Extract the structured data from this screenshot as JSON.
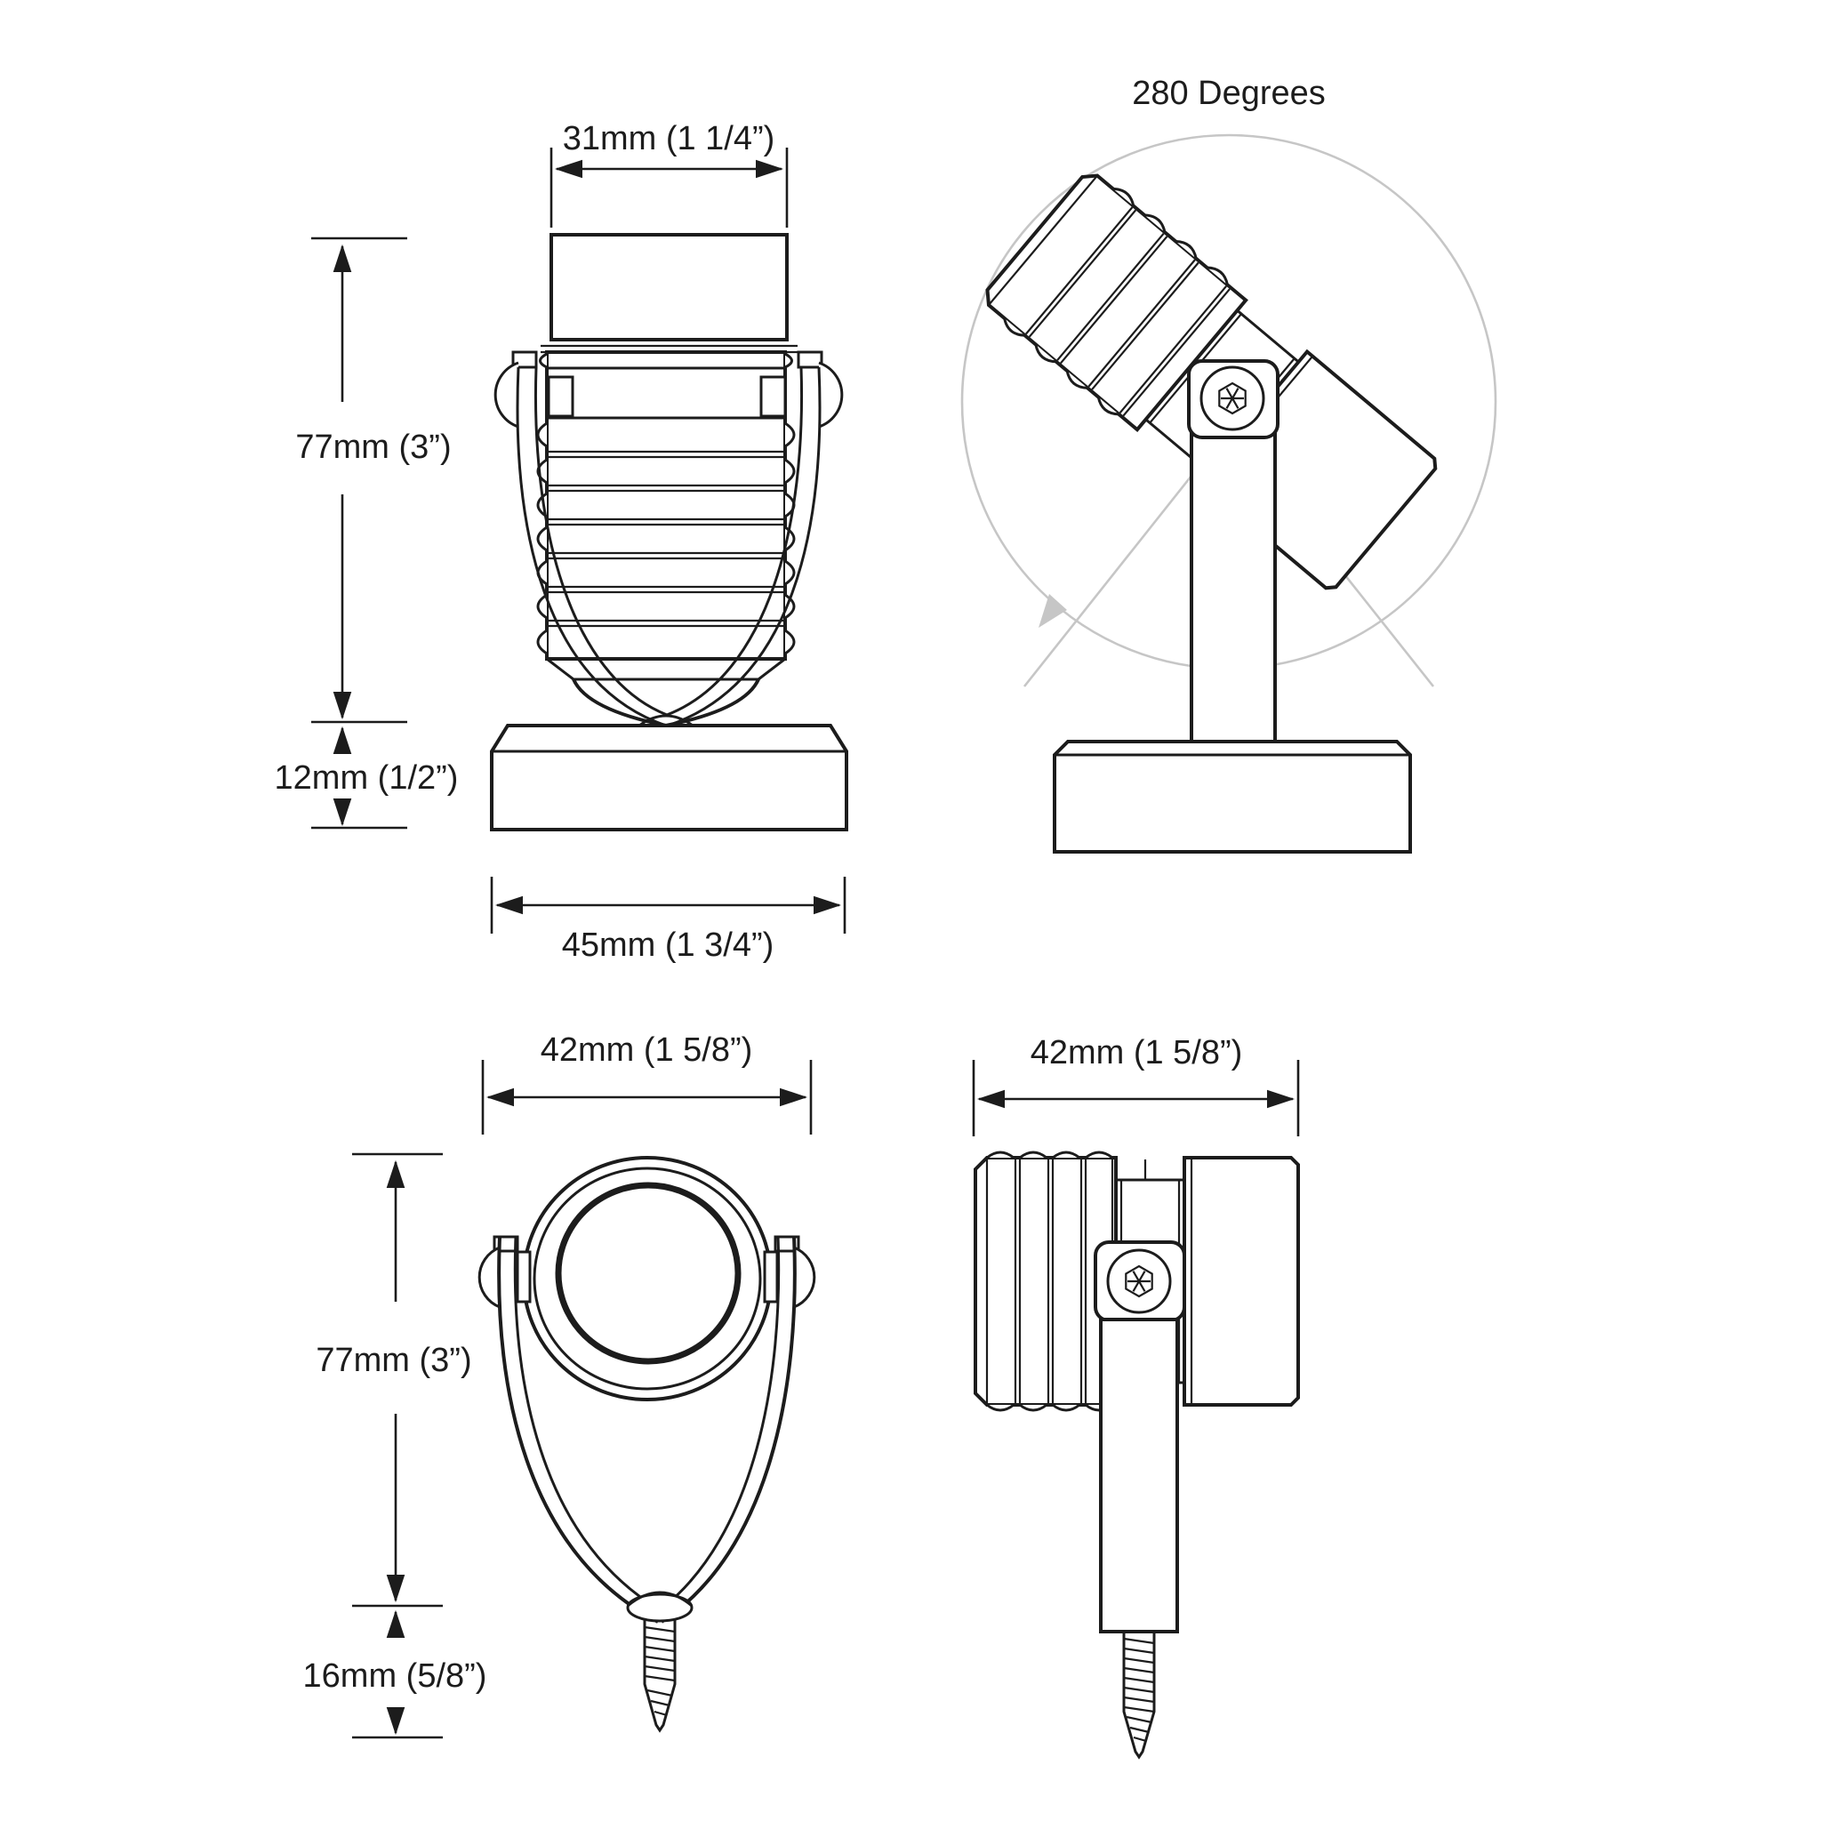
{
  "drawing": {
    "colors": {
      "ink": "#1c1c1c",
      "paper": "#ffffff",
      "guide": "#c6c6c6"
    },
    "views": {
      "front_pedestal": {
        "label_top_width": "31mm (1 1/4”)",
        "label_body_height": "77mm (3”)",
        "label_base_height": "12mm (1/2”)",
        "label_base_width": "45mm (1 3/4”)"
      },
      "side_rotation": {
        "label_rotation_range": "280 Degrees"
      },
      "front_screw": {
        "label_width": "42mm (1 5/8”)",
        "label_body_height": "77mm (3”)",
        "label_screw_length": "16mm (5/8”)"
      },
      "side_screw": {
        "label_width": "42mm (1 5/8”)"
      }
    }
  }
}
